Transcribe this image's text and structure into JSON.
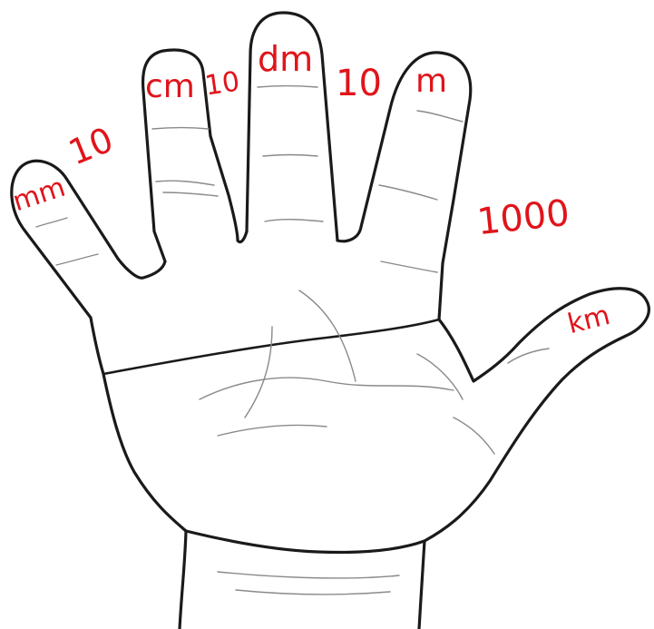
{
  "colors": {
    "ink": "#1a1a1a",
    "crease": "#8a8a8a",
    "annotation": "#e0141b",
    "background": "#ffffff"
  },
  "labels": {
    "mm": "mm",
    "cm": "cm",
    "dm": "dm",
    "m": "m",
    "km": "km"
  },
  "factors": {
    "mm_to_cm": "10",
    "cm_to_dm": "10",
    "dm_to_m": "10",
    "m_to_km": "1000"
  }
}
